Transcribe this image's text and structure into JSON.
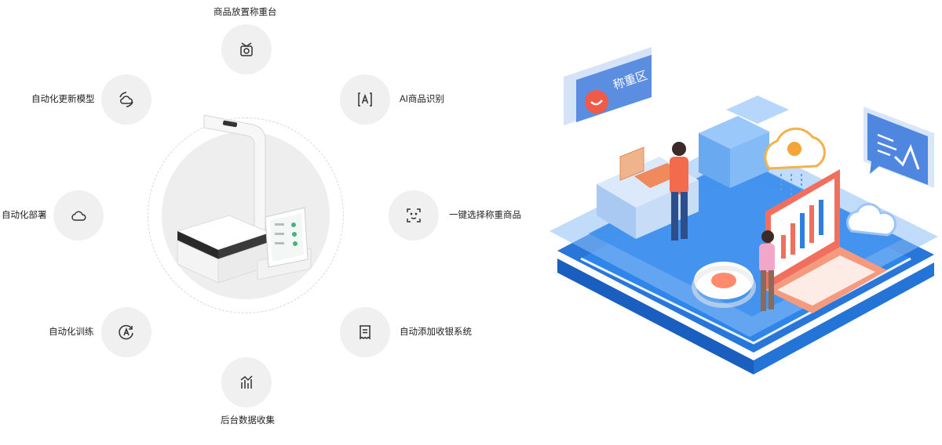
{
  "features": {
    "top": "商品放置称重台",
    "ai_recognition": "AI商品识别",
    "one_click_select": "一键选择称重商品",
    "add_cashier": "自动添加收银系统",
    "data_collection": "后台数据收集",
    "auto_training": "自动化训练",
    "auto_deploy": "自动化部署",
    "auto_update": "自动化更新模型"
  },
  "illustration": {
    "zone_sign": "称重区",
    "icons": [
      "smiley-icon",
      "cloud-upload-icon",
      "chat-chart-icon",
      "gear-icon",
      "laptop-chart-icon"
    ]
  },
  "colors": {
    "platform_blue": "#2d7be0",
    "light_blue": "#8ec0f5",
    "accent_orange": "#f07a4d",
    "circle_bg": "#f0f0f0"
  }
}
